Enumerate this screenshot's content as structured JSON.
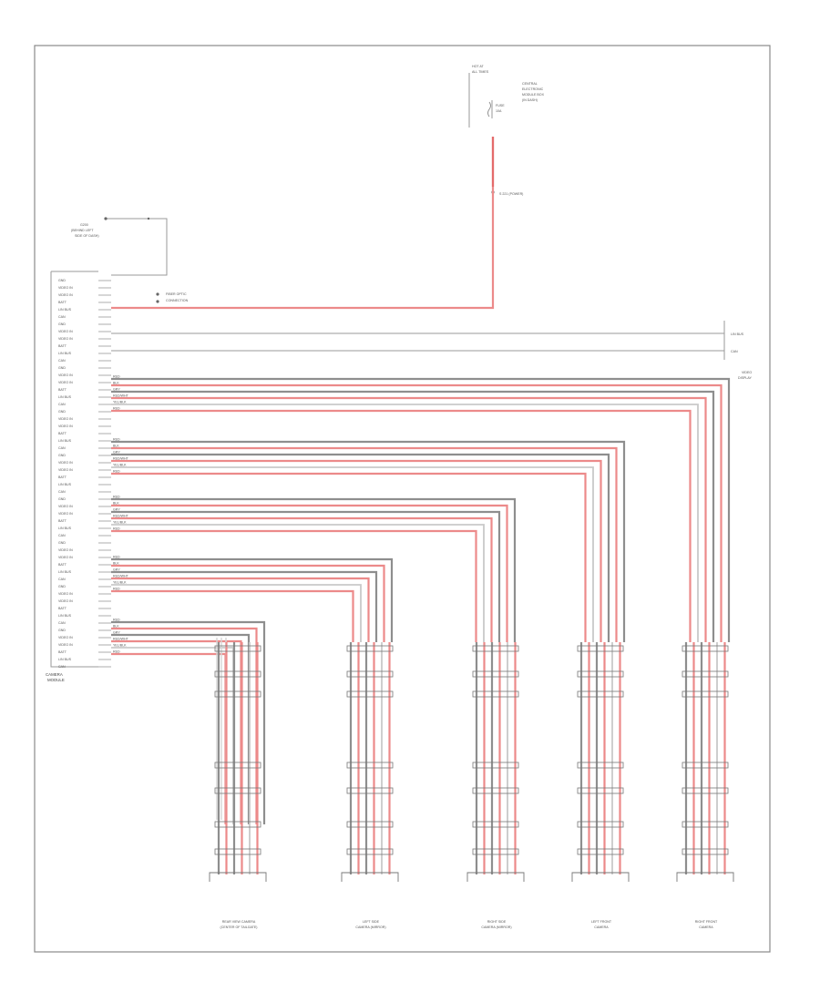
{
  "diagram_code": "",
  "module": {
    "name_line1": "CAMERA",
    "name_line2": "MODULE"
  },
  "top_source": {
    "line1": "HOT AT",
    "line2": "ALL TIMES",
    "fuse_label": "FUSE",
    "fuse_value": "10A"
  },
  "fuse_box": {
    "line1": "CENTRAL",
    "line2": "ELECTRONIC",
    "line3": "MODULE BOX",
    "line4": "(IN DASH)"
  },
  "splice_label": "S 221 (POWER)",
  "ground_source": {
    "line1": "G200",
    "line2": "(BEHIND LEFT",
    "line3": "SIDE OF DASH)"
  },
  "fiber_note": {
    "line1": "FIBER OPTIC",
    "line2": "CONNECTION"
  },
  "right_side_labels": {
    "lin_bus": "LIN BUS",
    "can": "CAN",
    "video": "VIDEO",
    "display": "DISPLAY"
  },
  "wire_colors": [
    "RED",
    "BLK",
    "GRY",
    "RED/WHT",
    "YEL/BLK"
  ],
  "module_pins": [
    "GND",
    "VIDEO IN",
    "VIDEO IN",
    "BATT",
    "LIN BUS",
    "CAN"
  ],
  "cameras": [
    {
      "line1": "REAR VIEW CAMERA",
      "line2": "(CENTER OF TAILGATE)"
    },
    {
      "line1": "LEFT SIDE",
      "line2": "CAMERA (MIRROR)"
    },
    {
      "line1": "RIGHT SIDE",
      "line2": "CAMERA (MIRROR)"
    },
    {
      "line1": "LEFT FRONT",
      "line2": "CAMERA"
    },
    {
      "line1": "RIGHT FRONT",
      "line2": "CAMERA"
    }
  ]
}
